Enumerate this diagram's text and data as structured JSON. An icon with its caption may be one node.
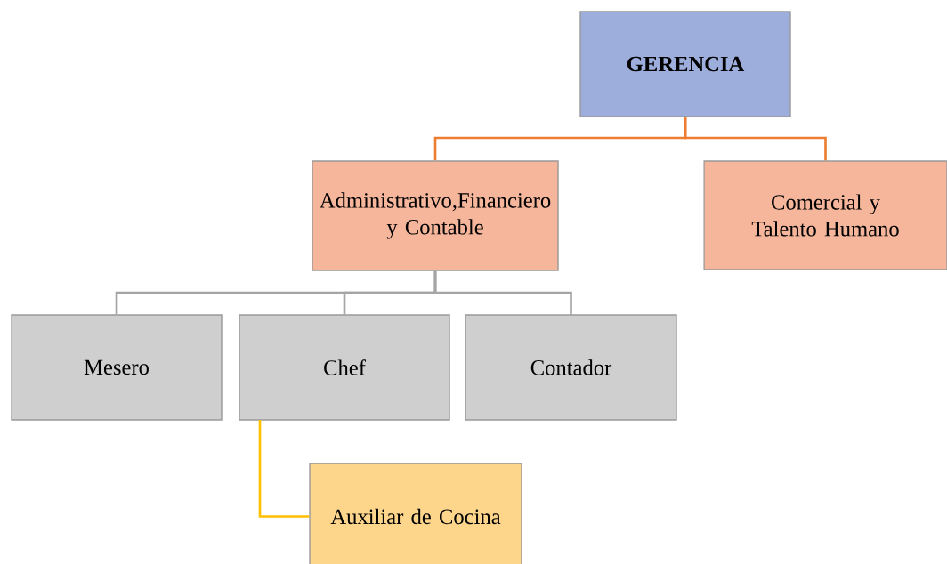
{
  "diagram": {
    "nodes": [
      {
        "text": [
          "GERENCIA"
        ]
      },
      {
        "text": [
          "Administrativo,Financiero y Contable"
        ]
      },
      {
        "text": [
          "Comercial y Talento Humano"
        ]
      },
      {
        "text": [
          "Mesero"
        ]
      },
      {
        "text": [
          "Chef"
        ]
      },
      {
        "text": [
          "Contador"
        ]
      },
      {
        "text": [
          "Auxiliar de Cocina"
        ]
      }
    ],
    "edges": [
      {
        "from": 0,
        "to": 1,
        "arrow": "none",
        "color": "#ed7d31"
      },
      {
        "from": 0,
        "to": 2,
        "arrow": "none",
        "color": "#ed7d31"
      },
      {
        "from": 1,
        "to": 3,
        "arrow": "none",
        "color": "#a5a5a5"
      },
      {
        "from": 1,
        "to": 4,
        "arrow": "none",
        "color": "#a5a5a5"
      },
      {
        "from": 1,
        "to": 5,
        "arrow": "none",
        "color": "#a5a5a5"
      },
      {
        "from": 4,
        "to": 6,
        "arrow": "none",
        "color": "#ffc000"
      }
    ]
  }
}
